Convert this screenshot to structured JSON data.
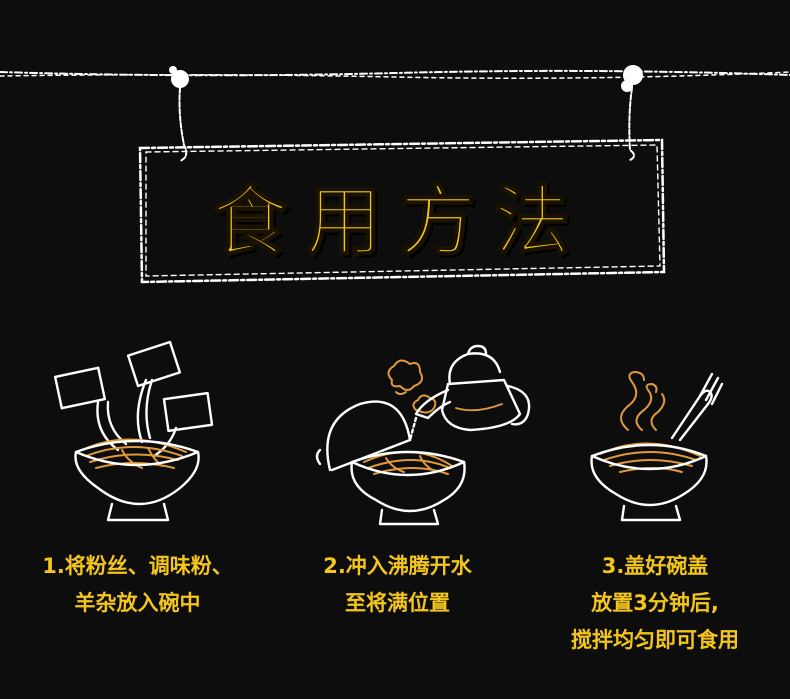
{
  "title": "食用方法",
  "steps": [
    {
      "lines": [
        "1.将粉丝、调味粉、",
        "羊杂放入碗中"
      ]
    },
    {
      "lines": [
        "2.冲入沸腾开水",
        "至将满位置"
      ]
    },
    {
      "lines": [
        "3.盖好碗盖",
        "放置3分钟后,",
        "搅拌均匀即可食用"
      ]
    }
  ],
  "colors": {
    "background": "#0d0d0d",
    "accent": "#f4c51b",
    "chalk": "#ffffff",
    "noodle": "#e09a3a"
  }
}
